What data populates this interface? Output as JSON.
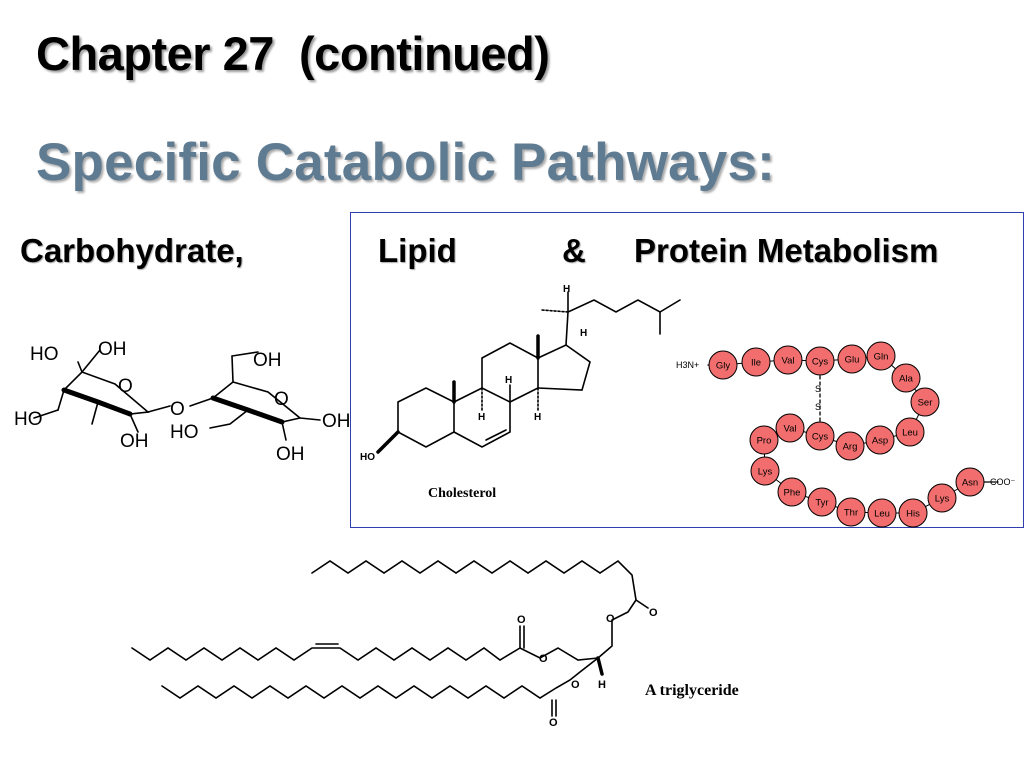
{
  "slide": {
    "title": "Chapter 27  (continued)",
    "subtitle": "Specific Catabolic Pathways:",
    "headings": {
      "carb": "Carbohydrate,",
      "lipid": "Lipid",
      "amp": "&",
      "protein": "Protein Metabolism"
    }
  },
  "lactose": {
    "labels": [
      "HO",
      "OH",
      "OH",
      "HO",
      "O",
      "OH",
      "O",
      "HO",
      "O",
      "OH",
      "OH"
    ]
  },
  "cholesterol": {
    "caption": "Cholesterol",
    "ho": "HO",
    "h_labels": [
      "H",
      "H",
      "H",
      "H",
      "H"
    ]
  },
  "peptide": {
    "n_term": "H3N+",
    "c_term": "COO⁻",
    "residues": [
      "Gly",
      "Ile",
      "Val",
      "Cys",
      "Glu",
      "Gln",
      "Ala",
      "Ser",
      "Leu",
      "Asp",
      "Arg",
      "Cys",
      "Val",
      "Pro",
      "Lys",
      "Phe",
      "Tyr",
      "Thr",
      "Leu",
      "His",
      "Lys",
      "Asn"
    ],
    "disulfide": [
      "S",
      "S"
    ],
    "bead_color": "#f26e6e"
  },
  "triglyceride": {
    "caption": "A triglyceride",
    "atoms": [
      "O",
      "O",
      "O",
      "O",
      "O",
      "O",
      "H"
    ]
  }
}
